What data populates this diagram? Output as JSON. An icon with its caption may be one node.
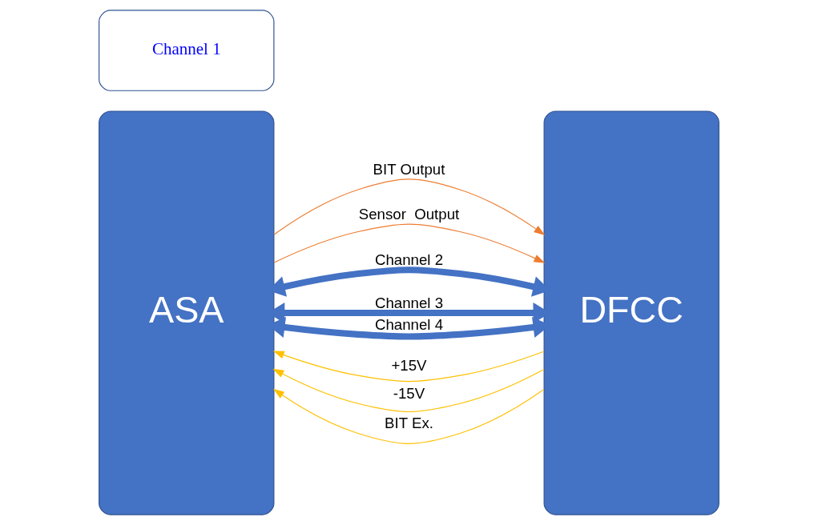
{
  "diagram": {
    "nodes": [
      {
        "text": [
          "ASA"
        ]
      },
      {
        "text": [
          "Channel 1"
        ]
      },
      {
        "text": [
          "DFCC"
        ]
      }
    ],
    "edges": [
      {
        "from": 2,
        "to": 0,
        "arrow": "to",
        "label": "+15V",
        "color": "#ffc000"
      },
      {
        "from": 2,
        "to": 0,
        "arrow": "to",
        "label": "-15V",
        "color": "#ffc000"
      },
      {
        "from": 2,
        "to": 0,
        "arrow": "to",
        "label": "BIT Ex.",
        "color": "#ffc000"
      },
      {
        "from": 0,
        "to": 2,
        "arrow": "to",
        "label": "BIT Output",
        "color": "#ed7d31"
      },
      {
        "from": 0,
        "to": 2,
        "arrow": "to",
        "label": "Sensor  Output",
        "color": "#ed7d31"
      },
      {
        "from": 0,
        "to": 2,
        "arrow": "both",
        "label": "Channel 2",
        "style": "thick",
        "color": "#4472c4"
      },
      {
        "from": 0,
        "to": 2,
        "arrow": "both",
        "label": "Channel 3",
        "style": "thick",
        "color": "#4472c4"
      },
      {
        "from": 0,
        "to": 2,
        "arrow": "both",
        "label": "Channel 4",
        "style": "thick",
        "color": "#4472c4"
      }
    ]
  }
}
